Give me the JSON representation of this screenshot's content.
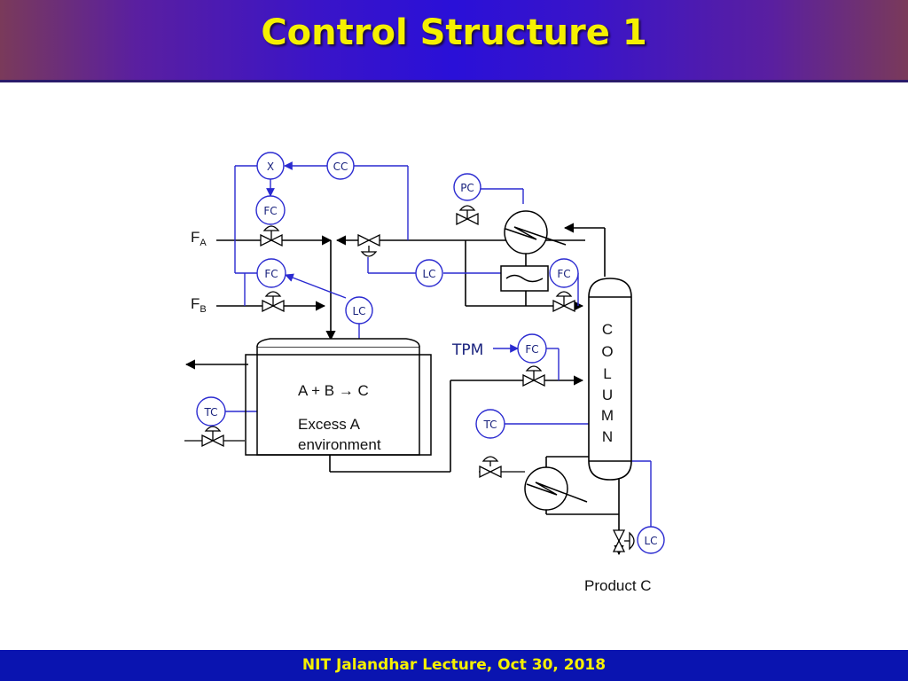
{
  "title": "Control Structure 1",
  "footer": "NIT Jalandhar Lecture, Oct 30, 2018",
  "colors": {
    "signal": "#2a2ad0",
    "process": "#000000",
    "title_text": "#f5f000",
    "footer_bg": "#0a14b0"
  },
  "controllers": {
    "x": "X",
    "cc": "CC",
    "fc_a": "FC",
    "fc_b": "FC",
    "lc_reactor": "LC",
    "lc_drum": "LC",
    "pc": "PC",
    "fc_reflux": "FC",
    "fc_tpm": "FC",
    "tc_reactor": "TC",
    "tc_column": "TC",
    "lc_bottoms": "LC"
  },
  "labels": {
    "fa_main": "F",
    "fa_sub": "A",
    "fb_main": "F",
    "fb_sub": "B",
    "tpm": "TPM",
    "reaction": "A + B → C",
    "excess_line1": "Excess A",
    "excess_line2": "environment",
    "column_letters": [
      "C",
      "O",
      "L",
      "U",
      "M",
      "N"
    ],
    "product": "Product C"
  }
}
